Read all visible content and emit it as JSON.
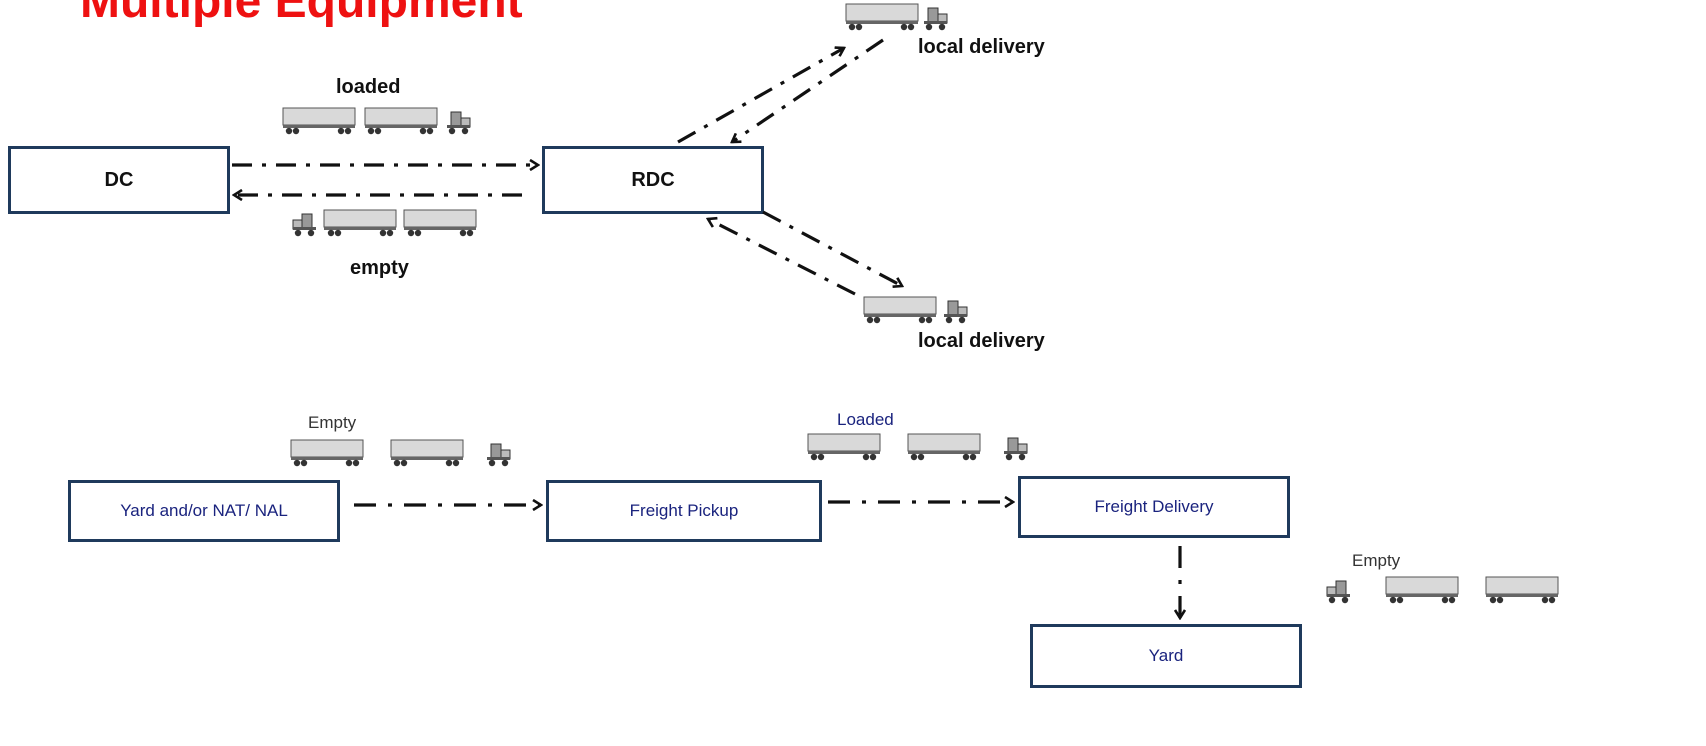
{
  "title": "Multiple Equipment",
  "colors": {
    "title": "#ee1111",
    "box_border": "#1f3a5c",
    "bottom_text": "#1a237e",
    "arrow": "#111111",
    "trailer": "#d9d9d9"
  },
  "top": {
    "dc": "DC",
    "rdc": "RDC",
    "loaded": "loaded",
    "empty": "empty",
    "local_delivery_upper": "local delivery",
    "local_delivery_lower": "local delivery"
  },
  "bottom": {
    "yard_nat_nal": "Yard and/or NAT/ NAL",
    "freight_pickup": "Freight Pickup",
    "freight_delivery": "Freight Delivery",
    "yard": "Yard",
    "empty_left": "Empty",
    "loaded": "Loaded",
    "empty_right": "Empty"
  },
  "icons": [
    "truck-double-trailer-icon",
    "truck-single-trailer-icon"
  ]
}
